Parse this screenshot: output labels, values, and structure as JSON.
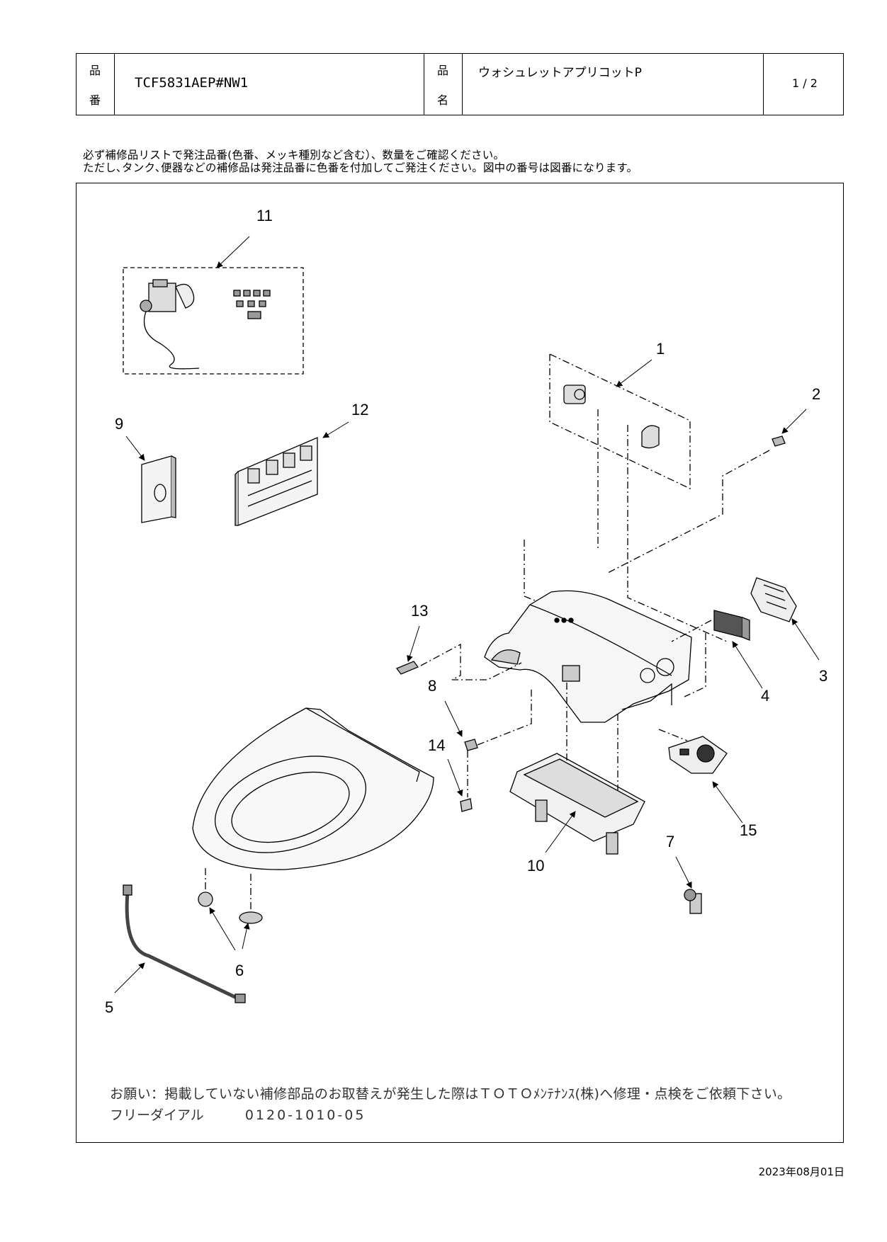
{
  "header": {
    "part_no_label_1": "品",
    "part_no_label_2": "番",
    "part_no": "TCF5831AEP#NW1",
    "name_label_1": "品",
    "name_label_2": "名",
    "name": "ウォシュレットアプリコットP",
    "page": "1 / 2"
  },
  "notes": {
    "line1": "必ず補修品リストで発注品番(色番、メッキ種別など含む）、数量をご確認ください。",
    "line2": "ただし､タンク､便器などの補修品は発注品番に色番を付加してご発注ください。図中の番号は図番になります。"
  },
  "callouts": [
    "1",
    "2",
    "3",
    "4",
    "5",
    "6",
    "7",
    "8",
    "9",
    "10",
    "11",
    "12",
    "13",
    "14",
    "15"
  ],
  "footer": {
    "note": "お願い：掲載していない補修部品のお取替えが発生した際はＴＯＴＯﾒﾝﾃﾅﾝｽ(株)へ修理・点検をご依頼下さい。",
    "dial_label": "フリーダイアル",
    "dial_number": "0120-1010-05"
  },
  "date": "2023年08月01日"
}
